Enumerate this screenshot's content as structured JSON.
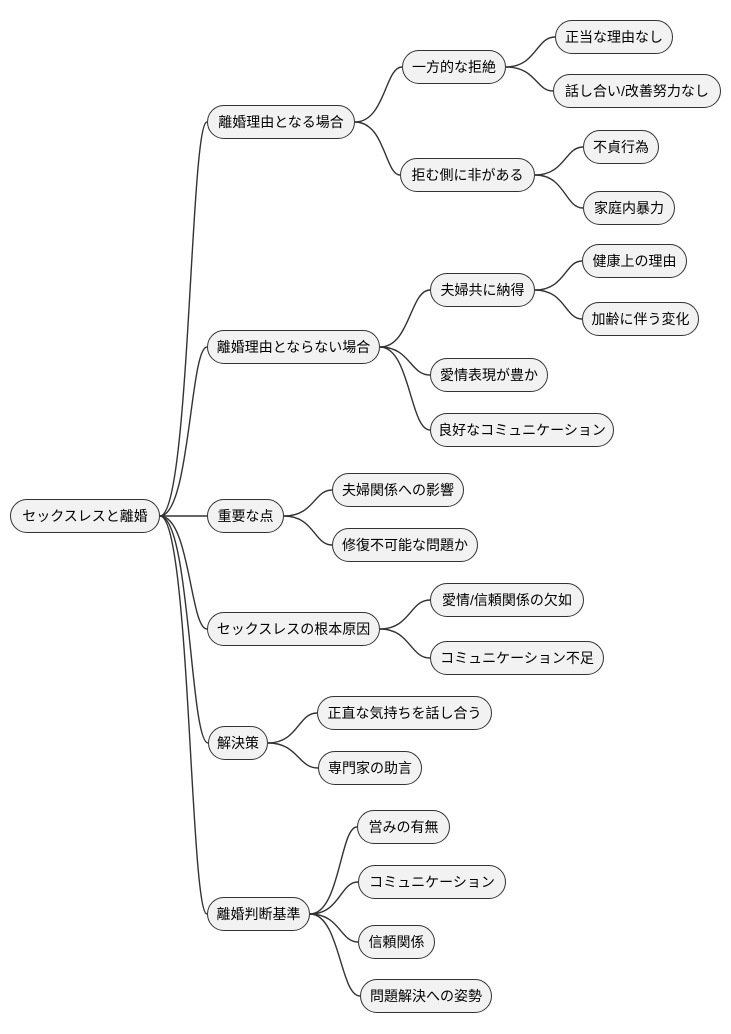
{
  "mindmap": {
    "type": "mindmap",
    "root": {
      "label": "セックスレスと離婚"
    },
    "branches": [
      {
        "label": "離婚理由となる場合",
        "children": [
          {
            "label": "一方的な拒絶",
            "children": [
              {
                "label": "正当な理由なし"
              },
              {
                "label": "話し合い/改善努力なし"
              }
            ]
          },
          {
            "label": "拒む側に非がある",
            "children": [
              {
                "label": "不貞行為"
              },
              {
                "label": "家庭内暴力"
              }
            ]
          }
        ]
      },
      {
        "label": "離婚理由とならない場合",
        "children": [
          {
            "label": "夫婦共に納得",
            "children": [
              {
                "label": "健康上の理由"
              },
              {
                "label": "加齢に伴う変化"
              }
            ]
          },
          {
            "label": "愛情表現が豊か"
          },
          {
            "label": "良好なコミュニケーション"
          }
        ]
      },
      {
        "label": "重要な点",
        "children": [
          {
            "label": "夫婦関係への影響"
          },
          {
            "label": "修復不可能な問題か"
          }
        ]
      },
      {
        "label": "セックスレスの根本原因",
        "children": [
          {
            "label": "愛情/信頼関係の欠如"
          },
          {
            "label": "コミュニケーション不足"
          }
        ]
      },
      {
        "label": "解決策",
        "children": [
          {
            "label": "正直な気持ちを話し合う"
          },
          {
            "label": "専門家の助言"
          }
        ]
      },
      {
        "label": "離婚判断基準",
        "children": [
          {
            "label": "営みの有無"
          },
          {
            "label": "コミュニケーション"
          },
          {
            "label": "信頼関係"
          },
          {
            "label": "問題解決への姿勢"
          }
        ]
      }
    ],
    "colors": {
      "background": "#ffffff",
      "node_fill": "#f2f2f2",
      "node_border": "#333333",
      "edge": "#333333",
      "text": "#000000"
    }
  }
}
